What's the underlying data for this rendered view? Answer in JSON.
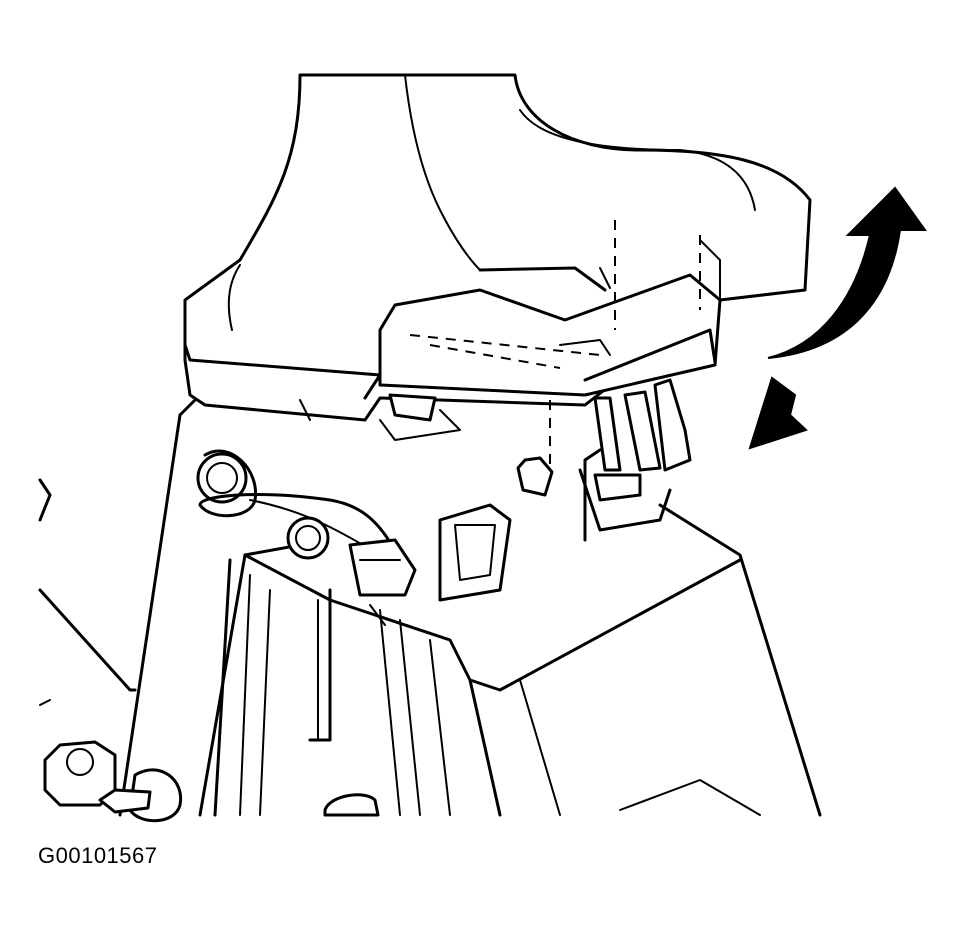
{
  "figure": {
    "id_label": "G00101567"
  },
  "colors": {
    "line": "#000000",
    "background": "#ffffff"
  },
  "arrows": [
    {
      "name": "curved-arrow-up",
      "direction": "counterclockwise-up"
    },
    {
      "name": "arrow-down-left",
      "direction": "down-left"
    }
  ]
}
